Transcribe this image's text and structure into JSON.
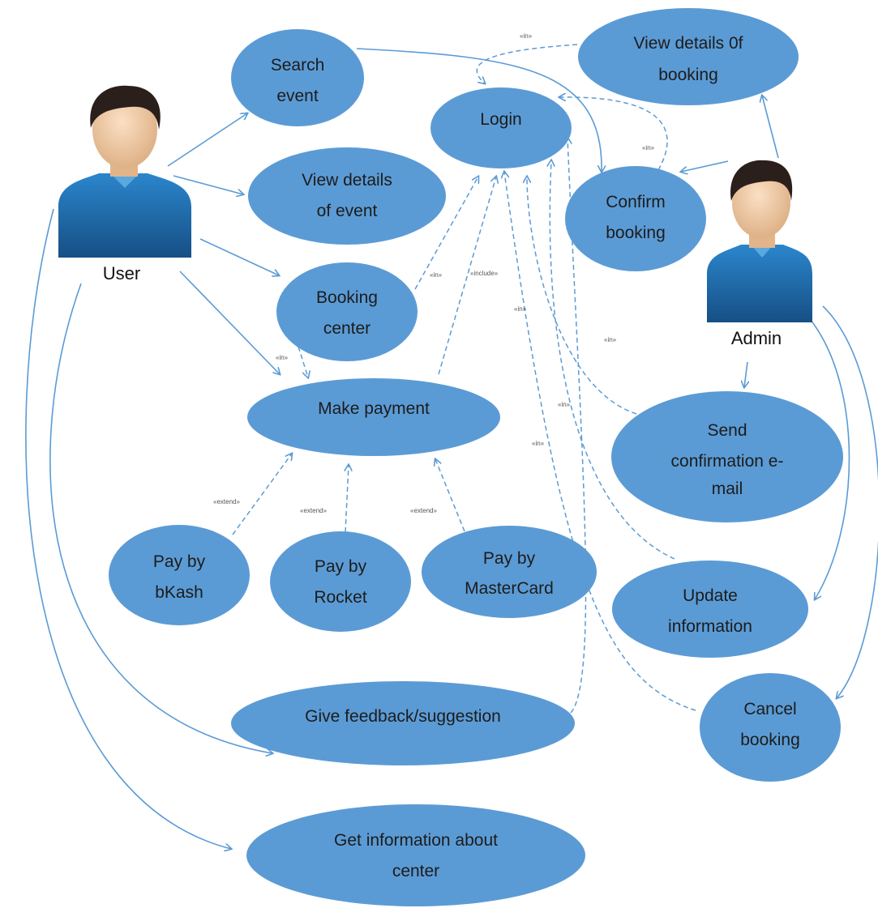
{
  "actors": {
    "user": {
      "label": "User"
    },
    "admin": {
      "label": "Admin"
    }
  },
  "use_cases": {
    "search_event": [
      "Search",
      "event"
    ],
    "login": [
      "Login"
    ],
    "view_details_booking": [
      "View details 0f",
      "booking"
    ],
    "view_details_event": [
      "View details",
      "of event"
    ],
    "confirm_booking": [
      "Confirm",
      "booking"
    ],
    "booking_center": [
      "Booking",
      "center"
    ],
    "make_payment": [
      "Make payment"
    ],
    "send_confirmation": [
      "Send",
      "confirmation e-",
      "mail"
    ],
    "pay_bkash": [
      "Pay by",
      "bKash"
    ],
    "pay_rocket": [
      "Pay by",
      "Rocket"
    ],
    "pay_mastercard": [
      "Pay by",
      "MasterCard"
    ],
    "update_information": [
      "Update",
      "information"
    ],
    "give_feedback": [
      "Give feedback/suggestion"
    ],
    "cancel_booking": [
      "Cancel",
      "booking"
    ],
    "get_information": [
      "Get information about",
      "center"
    ]
  },
  "stereotypes": {
    "in": "«in»",
    "include": "«include»",
    "extend": "«extend»"
  },
  "colors": {
    "usecase_fill": "#5b9bd5",
    "line": "#5b9bd5",
    "shirt": "#1f6fb0",
    "skin": "#f2c9a0",
    "hair": "#2a1f1a"
  }
}
